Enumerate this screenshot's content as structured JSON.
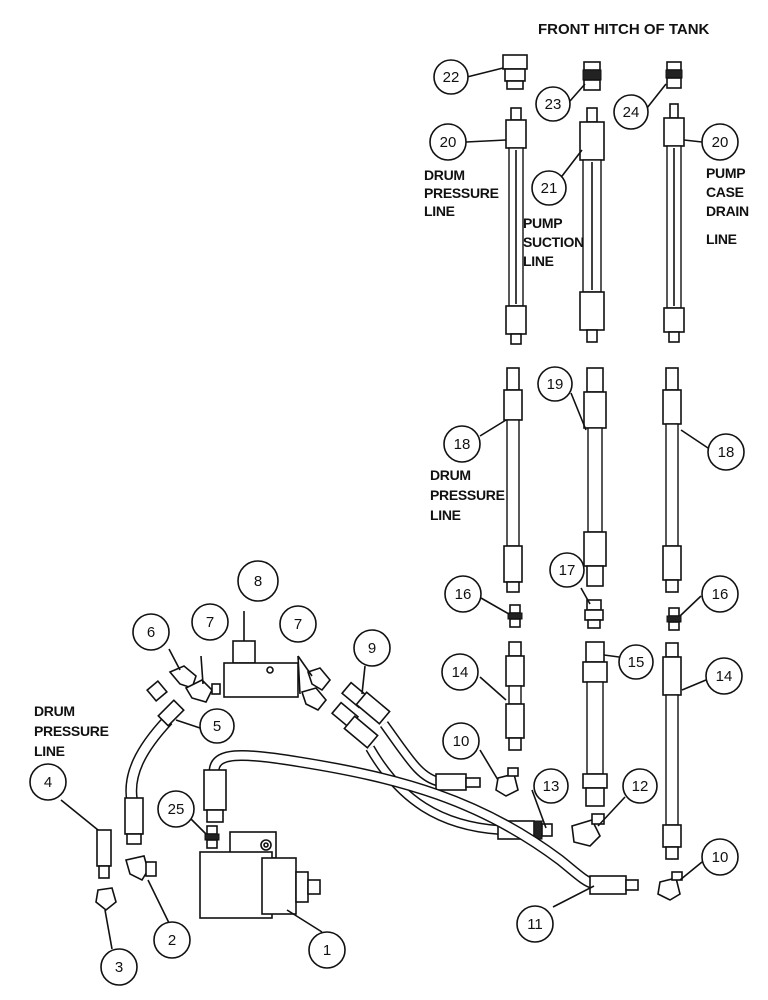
{
  "title": "FRONT HITCH OF TANK",
  "labels": {
    "drum_pressure_line_top": [
      "DRUM",
      "PRESSURE",
      "LINE"
    ],
    "pump_suction_line": [
      "PUMP",
      "SUCTION",
      "LINE"
    ],
    "pump_case_drain_line": [
      "PUMP",
      "CASE",
      "DRAIN",
      "LINE"
    ],
    "drum_pressure_line_mid": [
      "DRUM",
      "PRESSURE",
      "LINE"
    ],
    "drum_pressure_line_left": [
      "DRUM",
      "PRESSURE",
      "LINE"
    ]
  },
  "callouts": {
    "c22": "22",
    "c23": "23",
    "c24": "24",
    "c20a": "20",
    "c20b": "20",
    "c21": "21",
    "c19": "19",
    "c18a": "18",
    "c18b": "18",
    "c17": "17",
    "c16a": "16",
    "c16b": "16",
    "c15": "15",
    "c14a": "14",
    "c14b": "14",
    "c13": "13",
    "c12": "12",
    "c11": "11",
    "c10a": "10",
    "c10b": "10",
    "c9": "9",
    "c8": "8",
    "c7a": "7",
    "c7b": "7",
    "c6": "6",
    "c5": "5",
    "c4": "4",
    "c3": "3",
    "c2": "2",
    "c1": "1",
    "c25": "25"
  }
}
